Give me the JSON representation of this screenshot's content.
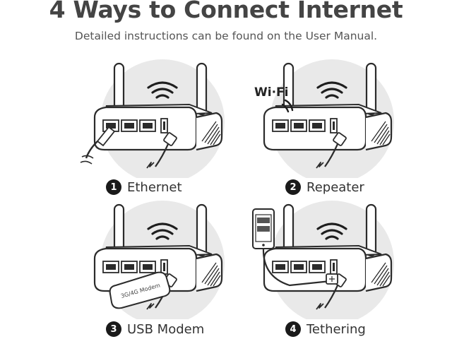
{
  "header": {
    "title": "4 Ways to Connect Internet",
    "subtitle": "Detailed instructions can be found on the User Manual."
  },
  "modes": [
    {
      "number": "1",
      "label": "Ethernet",
      "icon": "ethernet-cable-icon"
    },
    {
      "number": "2",
      "label": "Repeater",
      "icon": "wifi-logo-icon",
      "badge_text": "Wi·Fi"
    },
    {
      "number": "3",
      "label": "USB Modem",
      "icon": "usb-modem-icon",
      "badge_text": "3G/4G Modem"
    },
    {
      "number": "4",
      "label": "Tethering",
      "icon": "smartphone-icon"
    }
  ],
  "colors": {
    "background": "#ffffff",
    "circle": "#e9e9e9",
    "line_art": "#2b2b2b",
    "number_badge": "#1a1a1a"
  }
}
